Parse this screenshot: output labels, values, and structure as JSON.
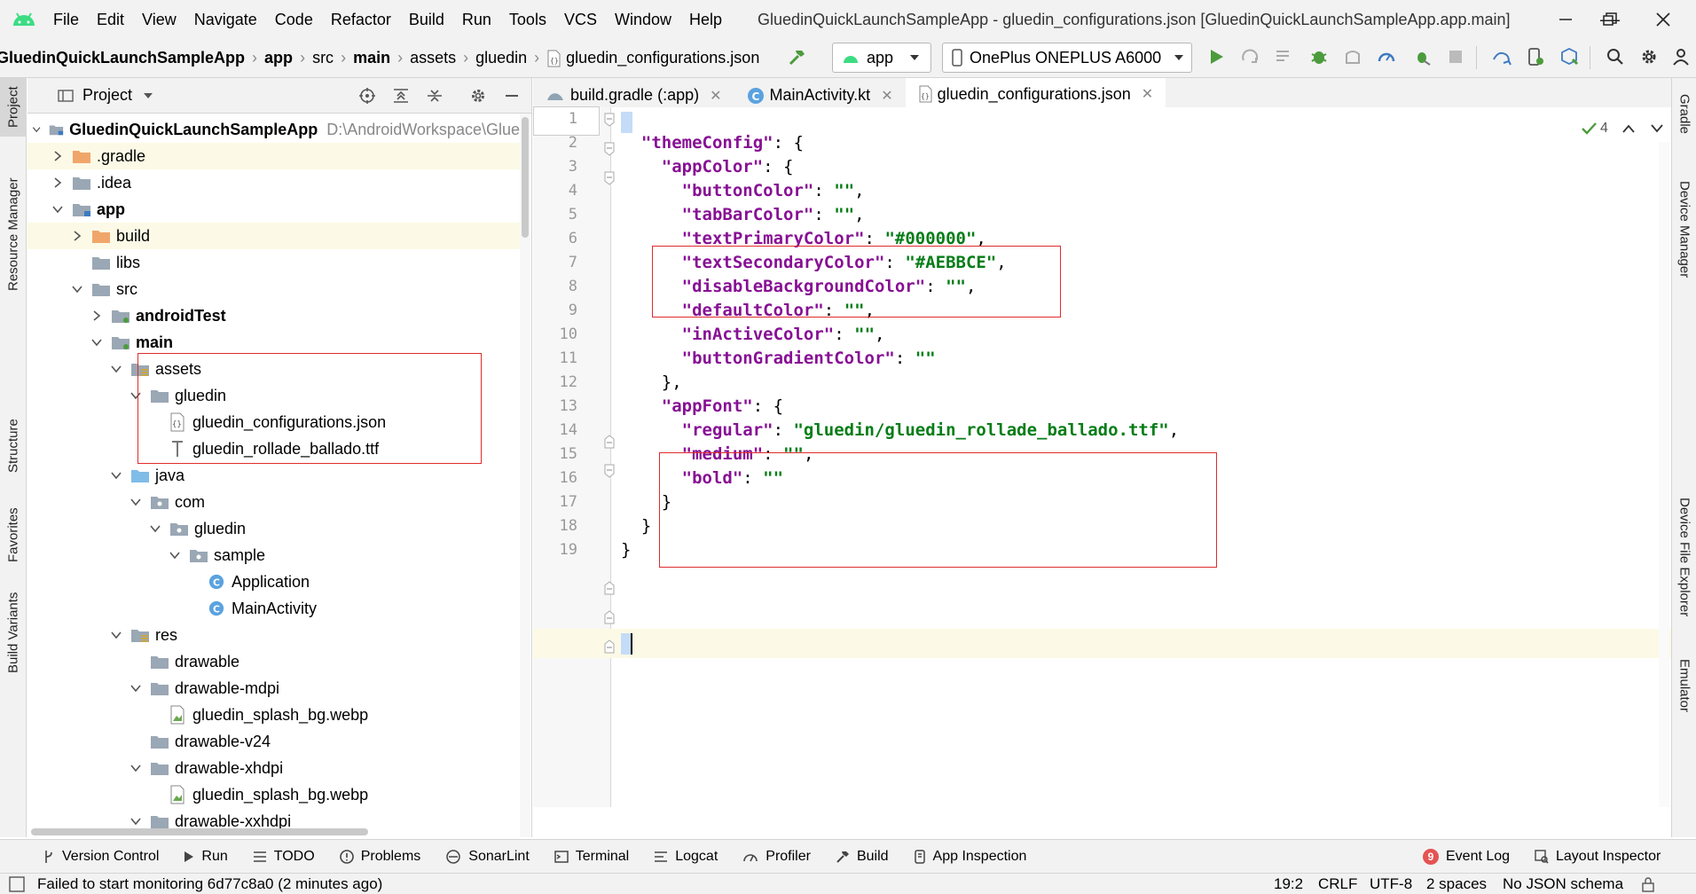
{
  "menu": {
    "items": [
      "File",
      "Edit",
      "View",
      "Navigate",
      "Code",
      "Refactor",
      "Build",
      "Run",
      "Tools",
      "VCS",
      "Window",
      "Help"
    ],
    "window_title": "GluedinQuickLaunchSampleApp - gluedin_configurations.json [GluedinQuickLaunchSampleApp.app.main]"
  },
  "breadcrumb": [
    "GluedinQuickLaunchSampleApp",
    "app",
    "src",
    "main",
    "assets",
    "gluedin",
    "gluedin_configurations.json"
  ],
  "toolbar": {
    "run_config": "app",
    "device": "OnePlus ONEPLUS A6000"
  },
  "left_stripe": {
    "project": "Project",
    "resource_manager": "Resource Manager",
    "structure": "Structure",
    "favorites": "Favorites",
    "build_variants": "Build Variants"
  },
  "right_stripe": {
    "gradle": "Gradle",
    "device_manager": "Device Manager",
    "device_file_explorer": "Device File Explorer",
    "emulator": "Emulator"
  },
  "project_panel": {
    "title": "Project",
    "root_label": "GluedinQuickLaunchSampleApp",
    "root_path": "D:\\AndroidWorkspace\\Glue",
    "tree": [
      {
        "label": ".gradle"
      },
      {
        "label": ".idea"
      },
      {
        "label": "app"
      },
      {
        "label": "build"
      },
      {
        "label": "libs"
      },
      {
        "label": "src"
      },
      {
        "label": "androidTest"
      },
      {
        "label": "main"
      },
      {
        "label": "assets"
      },
      {
        "label": "gluedin"
      },
      {
        "label": "gluedin_configurations.json"
      },
      {
        "label": "gluedin_rollade_ballado.ttf"
      },
      {
        "label": "java"
      },
      {
        "label": "com"
      },
      {
        "label": "gluedin"
      },
      {
        "label": "sample"
      },
      {
        "label": "Application"
      },
      {
        "label": "MainActivity"
      },
      {
        "label": "res"
      },
      {
        "label": "drawable"
      },
      {
        "label": "drawable-mdpi"
      },
      {
        "label": "gluedin_splash_bg.webp"
      },
      {
        "label": "drawable-v24"
      },
      {
        "label": "drawable-xhdpi"
      },
      {
        "label": "gluedin_splash_bg.webp"
      },
      {
        "label": "drawable-xxhdpi"
      }
    ]
  },
  "editor": {
    "tabs": [
      "build.gradle (:app)",
      "MainActivity.kt",
      "gluedin_configurations.json"
    ],
    "active_tab": "gluedin_configurations.json",
    "inspection_count": "4",
    "line_numbers": [
      "1",
      "2",
      "3",
      "4",
      "5",
      "6",
      "7",
      "8",
      "9",
      "10",
      "11",
      "12",
      "13",
      "14",
      "15",
      "16",
      "17",
      "18",
      "19"
    ],
    "lines": [
      [
        {
          "t": "p",
          "v": "{"
        }
      ],
      [
        {
          "t": "p",
          "v": "  "
        },
        {
          "t": "k",
          "v": "\"themeConfig\""
        },
        {
          "t": "p",
          "v": ": {"
        }
      ],
      [
        {
          "t": "p",
          "v": "    "
        },
        {
          "t": "k",
          "v": "\"appColor\""
        },
        {
          "t": "p",
          "v": ": {"
        }
      ],
      [
        {
          "t": "p",
          "v": "      "
        },
        {
          "t": "k",
          "v": "\"buttonColor\""
        },
        {
          "t": "p",
          "v": ": "
        },
        {
          "t": "s",
          "v": "\"\""
        },
        {
          "t": "p",
          "v": ","
        }
      ],
      [
        {
          "t": "p",
          "v": "      "
        },
        {
          "t": "k",
          "v": "\"tabBarColor\""
        },
        {
          "t": "p",
          "v": ": "
        },
        {
          "t": "s",
          "v": "\"\""
        },
        {
          "t": "p",
          "v": ","
        }
      ],
      [
        {
          "t": "p",
          "v": "      "
        },
        {
          "t": "k",
          "v": "\"textPrimaryColor\""
        },
        {
          "t": "p",
          "v": ": "
        },
        {
          "t": "s",
          "v": "\"#000000\""
        },
        {
          "t": "p",
          "v": ","
        }
      ],
      [
        {
          "t": "p",
          "v": "      "
        },
        {
          "t": "k",
          "v": "\"textSecondaryColor\""
        },
        {
          "t": "p",
          "v": ": "
        },
        {
          "t": "s",
          "v": "\"#AEBBCE\""
        },
        {
          "t": "p",
          "v": ","
        }
      ],
      [
        {
          "t": "p",
          "v": "      "
        },
        {
          "t": "k",
          "v": "\"disableBackgroundColor\""
        },
        {
          "t": "p",
          "v": ": "
        },
        {
          "t": "s",
          "v": "\"\""
        },
        {
          "t": "p",
          "v": ","
        }
      ],
      [
        {
          "t": "p",
          "v": "      "
        },
        {
          "t": "k",
          "v": "\"defaultColor\""
        },
        {
          "t": "p",
          "v": ": "
        },
        {
          "t": "s",
          "v": "\"\""
        },
        {
          "t": "p",
          "v": ","
        }
      ],
      [
        {
          "t": "p",
          "v": "      "
        },
        {
          "t": "k",
          "v": "\"inActiveColor\""
        },
        {
          "t": "p",
          "v": ": "
        },
        {
          "t": "s",
          "v": "\"\""
        },
        {
          "t": "p",
          "v": ","
        }
      ],
      [
        {
          "t": "p",
          "v": "      "
        },
        {
          "t": "k",
          "v": "\"buttonGradientColor\""
        },
        {
          "t": "p",
          "v": ": "
        },
        {
          "t": "s",
          "v": "\"\""
        }
      ],
      [
        {
          "t": "p",
          "v": "    },"
        }
      ],
      [
        {
          "t": "p",
          "v": "    "
        },
        {
          "t": "k",
          "v": "\"appFont\""
        },
        {
          "t": "p",
          "v": ": {"
        }
      ],
      [
        {
          "t": "p",
          "v": "      "
        },
        {
          "t": "k",
          "v": "\"regular\""
        },
        {
          "t": "p",
          "v": ": "
        },
        {
          "t": "s",
          "v": "\"gluedin/gluedin_rollade_ballado.ttf\""
        },
        {
          "t": "p",
          "v": ","
        }
      ],
      [
        {
          "t": "p",
          "v": "      "
        },
        {
          "t": "k",
          "v": "\"medium\""
        },
        {
          "t": "p",
          "v": ": "
        },
        {
          "t": "s",
          "v": "\"\""
        },
        {
          "t": "p",
          "v": ","
        }
      ],
      [
        {
          "t": "p",
          "v": "      "
        },
        {
          "t": "k",
          "v": "\"bold\""
        },
        {
          "t": "p",
          "v": ": "
        },
        {
          "t": "s",
          "v": "\"\""
        }
      ],
      [
        {
          "t": "p",
          "v": "    }"
        }
      ],
      [
        {
          "t": "p",
          "v": "  }"
        }
      ],
      [
        {
          "t": "p",
          "v": "}"
        }
      ]
    ]
  },
  "bottom_tools": [
    "Version Control",
    "Run",
    "TODO",
    "Problems",
    "SonarLint",
    "Terminal",
    "Logcat",
    "Profiler",
    "Build",
    "App Inspection"
  ],
  "bottom_right_tools": {
    "event_log_count": "9",
    "event_log": "Event Log",
    "layout_inspector": "Layout Inspector"
  },
  "status": {
    "message": "Failed to start monitoring 6d77c8a0 (2 minutes ago)",
    "position": "19:2",
    "line_sep": "CRLF",
    "encoding": "UTF-8",
    "indent": "2 spaces",
    "schema": "No JSON schema"
  },
  "colors": {
    "keyword": "#871094",
    "string": "#067d17",
    "highlight_box": "#e02b2b",
    "accent": "#4083c9"
  }
}
